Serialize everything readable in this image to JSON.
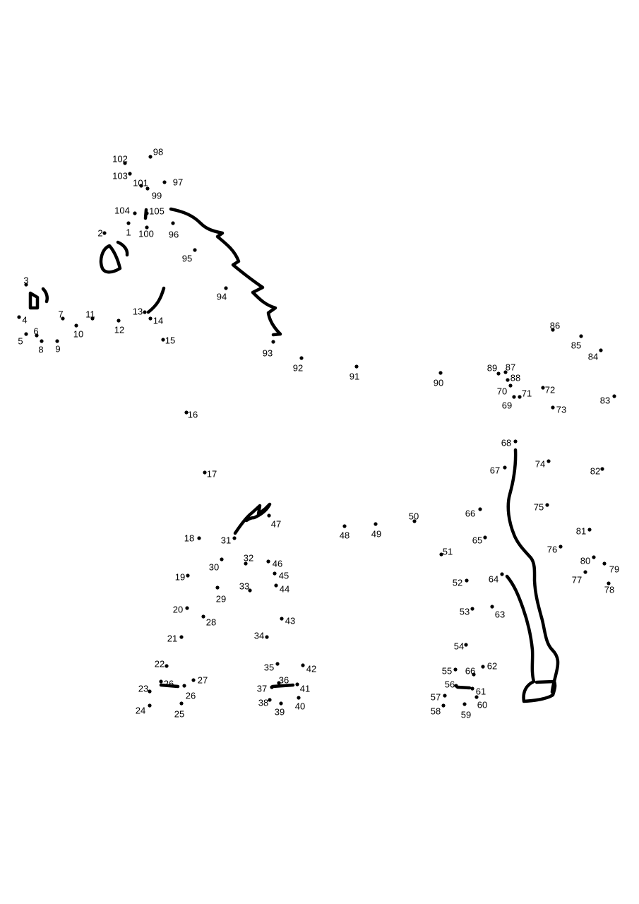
{
  "colors": {
    "ink": "#000000",
    "paper": "#ffffff"
  },
  "puzzle": {
    "labels": [
      "1",
      "2",
      "3",
      "4",
      "5",
      "6",
      "7",
      "8",
      "9",
      "10",
      "11",
      "12",
      "13",
      "14",
      "15",
      "16",
      "17",
      "18",
      "19",
      "20",
      "21",
      "22",
      "23",
      "24",
      "25",
      "26",
      "27",
      "26",
      "28",
      "29",
      "30",
      "31",
      "32",
      "33",
      "34",
      "35",
      "36",
      "37",
      "38",
      "39",
      "40",
      "41",
      "42",
      "43",
      "44",
      "45",
      "46",
      "47",
      "48",
      "49",
      "50",
      "51",
      "52",
      "53",
      "54",
      "55",
      "56",
      "57",
      "58",
      "59",
      "60",
      "61",
      "62",
      "66",
      "63",
      "64",
      "65",
      "66",
      "67",
      "68",
      "69",
      "70",
      "71",
      "72",
      "73",
      "74",
      "75",
      "76",
      "77",
      "78",
      "79",
      "80",
      "81",
      "82",
      "83",
      "84",
      "85",
      "86",
      "87",
      "88",
      "89",
      "90",
      "91",
      "92",
      "93",
      "94",
      "95",
      "96",
      "97",
      "98",
      "99",
      "100",
      "101",
      "102",
      "103",
      "104",
      "105"
    ]
  }
}
